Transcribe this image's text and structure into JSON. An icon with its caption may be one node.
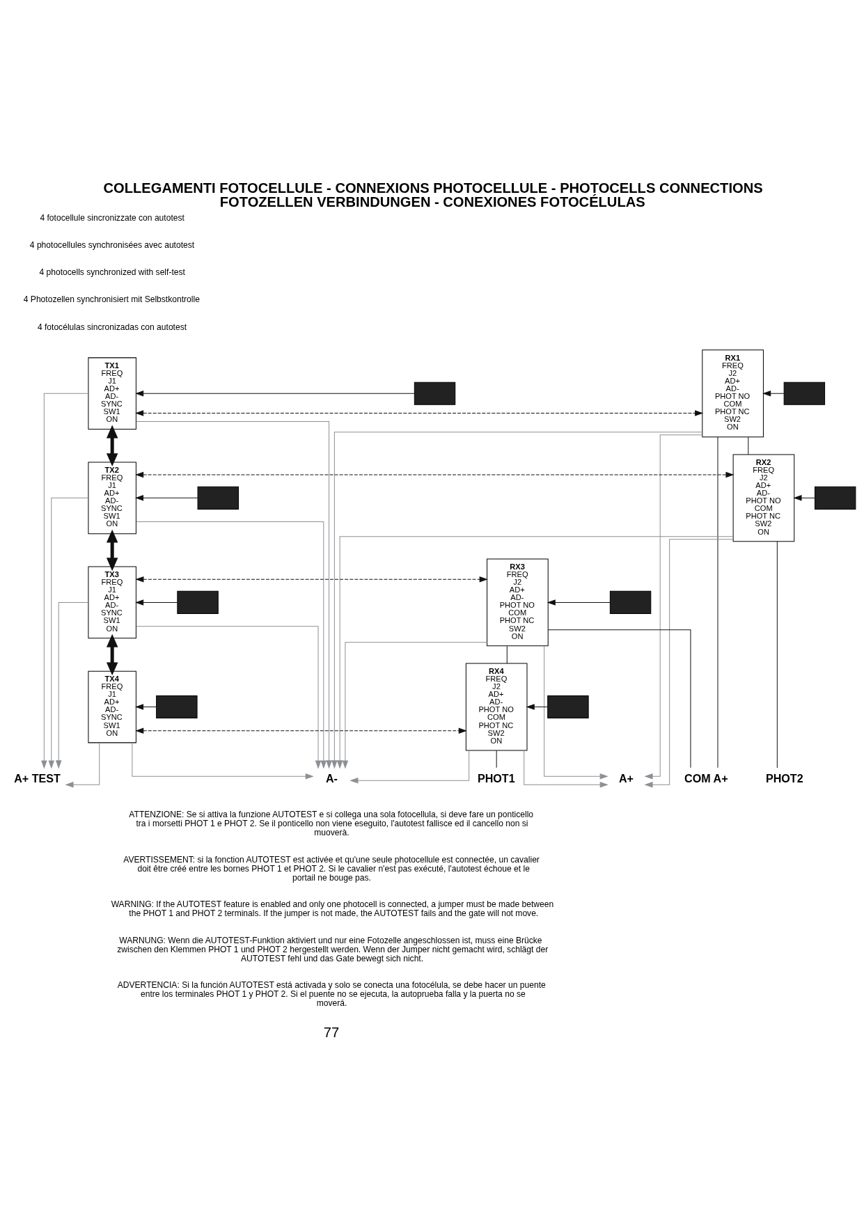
{
  "diagram": {
    "title": "COLLEGAMENTI FOTOCELLULE - CONNEXIONS PHOTOCELLULE - PHOTOCELLS CONNECTIONS FOTOZELLEN VERBINDUNGEN - CONEXIONES FOTOCÉLULAS",
    "nodes": [
      {
        "text": [
          "TX1",
          "FREQ",
          "J1",
          "AD+",
          "AD-",
          "SYNC",
          "SW1",
          "ON"
        ]
      },
      {
        "text": [],
        "shape": "box"
      },
      {
        "text": [
          "RX1",
          "FREQ",
          "J2",
          "AD+",
          "AD-",
          "PHOT NO",
          "COM",
          "PHOT NC",
          "SW2",
          "ON"
        ]
      },
      {
        "text": [],
        "shape": "box"
      },
      {
        "text": [
          "TX2",
          "FREQ",
          "J1",
          "AD+",
          "AD-",
          "SYNC",
          "SW1",
          "ON"
        ]
      },
      {
        "text": [],
        "shape": "box"
      },
      {
        "text": [
          "RX2",
          "FREQ",
          "J2",
          "AD+",
          "AD-",
          "PHOT NO",
          "COM",
          "PHOT NC",
          "SW2",
          "ON"
        ]
      },
      {
        "text": [],
        "shape": "box"
      },
      {
        "text": [
          "TX3",
          "FREQ",
          "J1",
          "AD+",
          "AD-",
          "SYNC",
          "SW1",
          "ON"
        ]
      },
      {
        "text": [],
        "shape": "box"
      },
      {
        "text": [
          "RX3",
          "FREQ",
          "J2",
          "AD+",
          "AD-",
          "PHOT NO",
          "COM",
          "PHOT NC",
          "SW2",
          "ON"
        ]
      },
      {
        "text": [],
        "shape": "box"
      },
      {
        "text": [
          "TX4",
          "FREQ",
          "J1",
          "AD+",
          "AD-",
          "SYNC",
          "SW1",
          "ON"
        ]
      },
      {
        "text": [],
        "shape": "box"
      },
      {
        "text": [
          "RX4",
          "FREQ",
          "J2",
          "AD+",
          "AD-",
          "PHOT NO",
          "COM",
          "PHOT NC",
          "SW2",
          "ON"
        ]
      },
      {
        "text": [],
        "shape": "box"
      },
      {
        "text": [
          "A-"
        ]
      },
      {
        "text": [
          "A+"
        ]
      },
      {
        "text": [
          "A+ TEST"
        ]
      },
      {
        "text": [
          "PHOT1"
        ]
      },
      {
        "text": [
          "COM A+"
        ]
      },
      {
        "text": [
          "PHOT2"
        ]
      }
    ],
    "edges": [
      {
        "from": 0,
        "to": 2,
        "arrow": "both",
        "style": "dashed"
      },
      {
        "from": 1,
        "to": 0,
        "arrow": "to"
      },
      {
        "from": 3,
        "to": 2,
        "arrow": "to"
      },
      {
        "from": 4,
        "to": 6,
        "arrow": "both",
        "style": "dashed"
      },
      {
        "from": 5,
        "to": 4,
        "arrow": "to"
      },
      {
        "from": 7,
        "to": 6,
        "arrow": "to"
      },
      {
        "from": 8,
        "to": 10,
        "arrow": "both",
        "style": "dashed"
      },
      {
        "from": 9,
        "to": 8,
        "arrow": "to"
      },
      {
        "from": 11,
        "to": 10,
        "arrow": "to"
      },
      {
        "from": 12,
        "to": 14,
        "arrow": "both",
        "style": "dashed"
      },
      {
        "from": 13,
        "to": 12,
        "arrow": "to"
      },
      {
        "from": 15,
        "to": 14,
        "arrow": "to"
      },
      {
        "from": 0,
        "to": 4,
        "arrow": "both",
        "style": "thick"
      },
      {
        "from": 4,
        "to": 8,
        "arrow": "both",
        "style": "thick"
      },
      {
        "from": 8,
        "to": 12,
        "arrow": "both",
        "style": "thick"
      },
      {
        "from": 0,
        "to": 18,
        "arrow": "to",
        "color": "#8c8f94"
      },
      {
        "from": 0,
        "to": 16,
        "arrow": "to",
        "color": "#8c8f94"
      },
      {
        "from": 2,
        "to": 17,
        "arrow": "to",
        "color": "#8c8f94"
      },
      {
        "from": 2,
        "to": 16,
        "arrow": "to",
        "color": "#8c8f94"
      },
      {
        "from": 4,
        "to": 18,
        "arrow": "to",
        "color": "#8c8f94"
      },
      {
        "from": 4,
        "to": 16,
        "arrow": "to",
        "color": "#8c8f94"
      },
      {
        "from": 6,
        "to": 17,
        "arrow": "to",
        "color": "#8c8f94"
      },
      {
        "from": 6,
        "to": 16,
        "arrow": "to",
        "color": "#8c8f94"
      },
      {
        "from": 8,
        "to": 18,
        "arrow": "to",
        "color": "#8c8f94"
      },
      {
        "from": 8,
        "to": 16,
        "arrow": "to",
        "color": "#8c8f94"
      },
      {
        "from": 10,
        "to": 17,
        "arrow": "to",
        "color": "#8c8f94"
      },
      {
        "from": 10,
        "to": 16,
        "arrow": "to",
        "color": "#8c8f94"
      },
      {
        "from": 12,
        "to": 18,
        "arrow": "to",
        "color": "#8c8f94"
      },
      {
        "from": 12,
        "to": 16,
        "arrow": "to",
        "color": "#8c8f94"
      },
      {
        "from": 14,
        "to": 17,
        "arrow": "to",
        "color": "#8c8f94"
      },
      {
        "from": 14,
        "to": 16,
        "arrow": "to",
        "color": "#8c8f94"
      },
      {
        "from": 2,
        "to": 6,
        "arrow": "none"
      },
      {
        "from": 2,
        "to": 20,
        "arrow": "none"
      },
      {
        "from": 10,
        "to": 20,
        "arrow": "none"
      },
      {
        "from": 6,
        "to": 21,
        "arrow": "none"
      },
      {
        "from": 10,
        "to": 14,
        "arrow": "none"
      },
      {
        "from": 14,
        "to": 19,
        "arrow": "none"
      }
    ],
    "labels": [
      "4 fotocellule sincronizzate con autotest",
      "4 photocellules synchronisées avec autotest",
      "4 photocells synchronized with self-test",
      "4 Photozellen synchronisiert mit Selbstkontrolle",
      "4 fotocélulas sincronizadas con autotest",
      "ATTENZIONE: Se si attiva la funzione AUTOTEST e si collega una sola fotocellula, si deve fare un ponticello tra i morsetti PHOT 1 e PHOT 2. Se il ponticello non viene eseguito, l'autotest fallisce ed il cancello non si muoverà.",
      "AVERTISSEMENT: si la fonction AUTOTEST est activée et qu'une seule photocellule est connectée, un cavalier doit être créé entre les bornes PHOT 1 et PHOT 2. Si le cavalier n'est pas exécuté, l'autotest échoue et le portail ne bouge pas.",
      "WARNING: If the AUTOTEST feature is enabled and only one photocell is connected, a jumper must be made between the PHOT 1 and PHOT 2 terminals. If the jumper is not made, the AUTOTEST fails and the gate will not move.",
      "WARNUNG: Wenn die AUTOTEST-Funktion aktiviert und nur eine Fotozelle angeschlossen ist, muss eine Brücke zwischen den Klemmen PHOT 1 und PHOT 2 hergestellt werden. Wenn der Jumper nicht gemacht wird, schlägt der AUTOTEST fehl und das Gate bewegt sich nicht.",
      "ADVERTENCIA: Si la función AUTOTEST está activada y solo se conecta una fotocélula, se debe hacer un puente entre los terminales PHOT 1 y PHOT 2. Si el puente no se ejecuta, la autoprueba falla y la puerta no se moverá.",
      "77"
    ]
  }
}
